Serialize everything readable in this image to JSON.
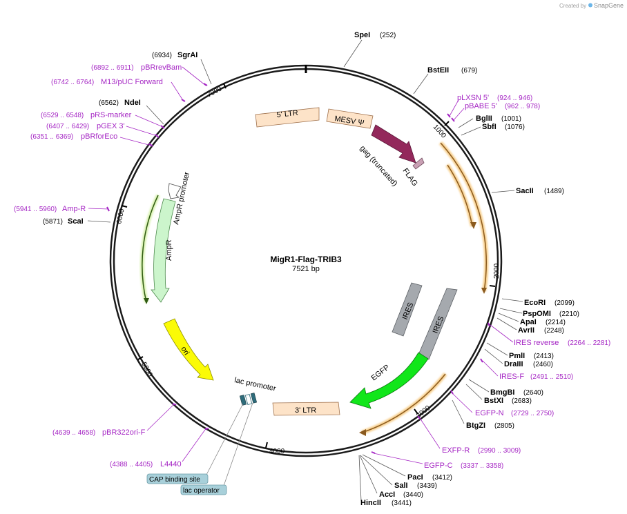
{
  "credit": {
    "prefix": "Created by",
    "brand": "SnapGene"
  },
  "plasmid": {
    "name": "MigR1-Flag-TRIB3",
    "length_label": "7521 bp"
  },
  "ticks": [
    "1000",
    "2000",
    "3000",
    "4000",
    "5000",
    "6000",
    "7000"
  ],
  "features": {
    "ltr5": "5' LTR",
    "mesv": "MESV Ψ",
    "gag": "gag (truncated)",
    "flag": "FLAG",
    "ires1": "IRES",
    "ires2": "IRES",
    "egfp": "EGFP",
    "ltr3": "3' LTR",
    "ampr_promoter": "AmpR promoter",
    "ampr": "AmpR",
    "ori": "ori",
    "lac_promoter": "lac promoter",
    "cap_site": "CAP binding site",
    "lac_operator": "lac operator"
  },
  "sites": [
    {
      "name": "SpeI",
      "pos": "(252)"
    },
    {
      "name": "BstEII",
      "pos": "(679)"
    },
    {
      "name": "BglII",
      "pos": "(1001)"
    },
    {
      "name": "SbfI",
      "pos": "(1076)"
    },
    {
      "name": "SacII",
      "pos": "(1489)"
    },
    {
      "name": "EcoRI",
      "pos": "(2099)"
    },
    {
      "name": "PspOMI",
      "pos": "(2210)"
    },
    {
      "name": "ApaI",
      "pos": "(2214)"
    },
    {
      "name": "AvrII",
      "pos": "(2248)"
    },
    {
      "name": "PmlI",
      "pos": "(2413)"
    },
    {
      "name": "DraIII",
      "pos": "(2460)"
    },
    {
      "name": "BmgBI",
      "pos": "(2640)"
    },
    {
      "name": "BstXI",
      "pos": "(2683)"
    },
    {
      "name": "BtgZI",
      "pos": "(2805)"
    },
    {
      "name": "PacI",
      "pos": "(3412)"
    },
    {
      "name": "SalI",
      "pos": "(3439)"
    },
    {
      "name": "AccI",
      "pos": "(3440)"
    },
    {
      "name": "HincII",
      "pos": "(3441)"
    },
    {
      "name": "ScaI",
      "pos": "(5871)"
    },
    {
      "name": "NdeI",
      "pos": "(6562)"
    },
    {
      "name": "SgrAI",
      "pos": "(6934)"
    }
  ],
  "primers": [
    {
      "name": "pLXSN 5'",
      "pos": "(924 .. 946)"
    },
    {
      "name": "pBABE 5'",
      "pos": "(962 .. 978)"
    },
    {
      "name": "IRES reverse",
      "pos": "(2264 .. 2281)"
    },
    {
      "name": "IRES-F",
      "pos": "(2491 .. 2510)"
    },
    {
      "name": "EGFP-N",
      "pos": "(2729 .. 2750)"
    },
    {
      "name": "EXFP-R",
      "pos": "(2990 .. 3009)"
    },
    {
      "name": "EGFP-C",
      "pos": "(3337 .. 3358)"
    },
    {
      "name": "L4440",
      "pos": "(4388 .. 4405)"
    },
    {
      "name": "pBR322ori-F",
      "pos": "(4639 .. 4658)"
    },
    {
      "name": "Amp-R",
      "pos": "(5941 .. 5960)"
    },
    {
      "name": "pBRforEco",
      "pos": "(6351 .. 6369)"
    },
    {
      "name": "pGEX 3'",
      "pos": "(6407 .. 6429)"
    },
    {
      "name": "pRS-marker",
      "pos": "(6529 .. 6548)"
    },
    {
      "name": "M13/pUC Forward",
      "pos": "(6742 .. 6764)"
    },
    {
      "name": "pBRrevBam",
      "pos": "(6892 .. 6911)"
    }
  ],
  "colors": {
    "ltr": "#fde3c8",
    "gag": "#93285b",
    "flag": "#c9a0b4",
    "ires": "#a5a9ae",
    "egfp": "#11e61a",
    "ampr": "#ccf5cc",
    "ori": "#fbfb06",
    "orange_line": "#f0a830",
    "primer": "#a526c4"
  }
}
